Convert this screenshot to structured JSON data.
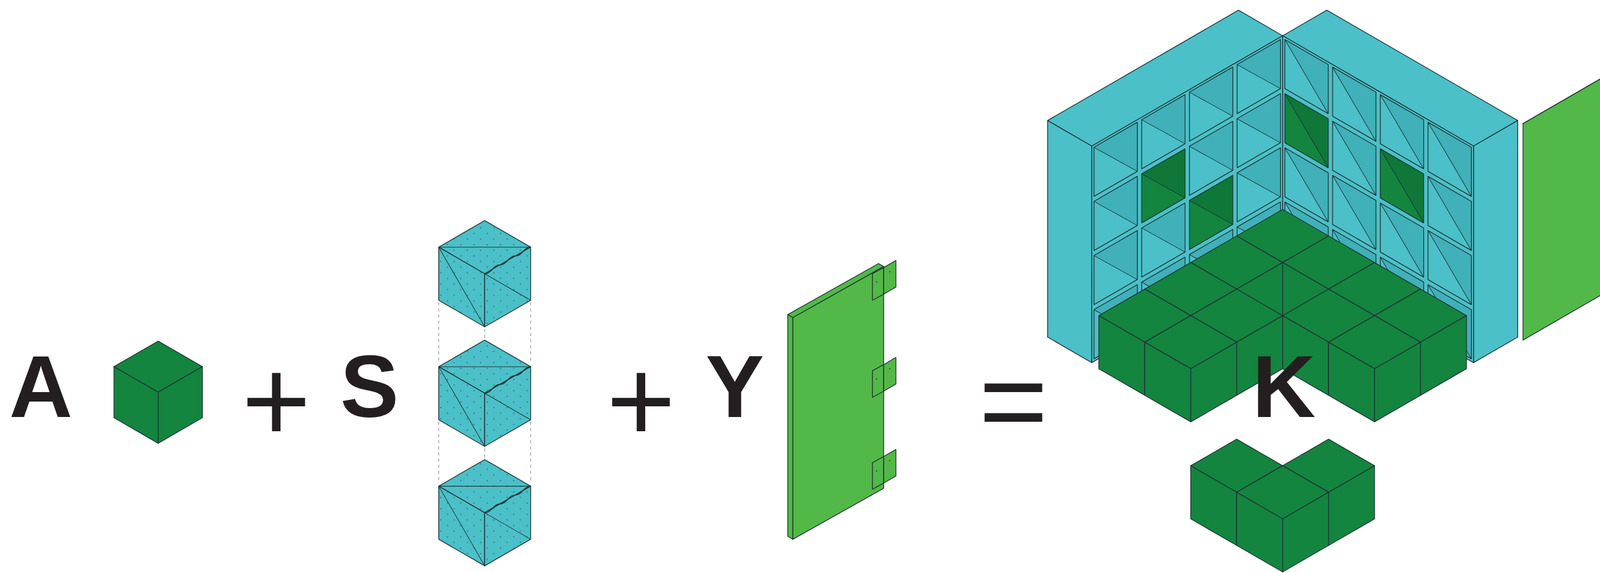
{
  "diagram": {
    "labels": [
      "A",
      "+",
      "S",
      "+",
      "Y",
      "=",
      "K"
    ]
  }
}
